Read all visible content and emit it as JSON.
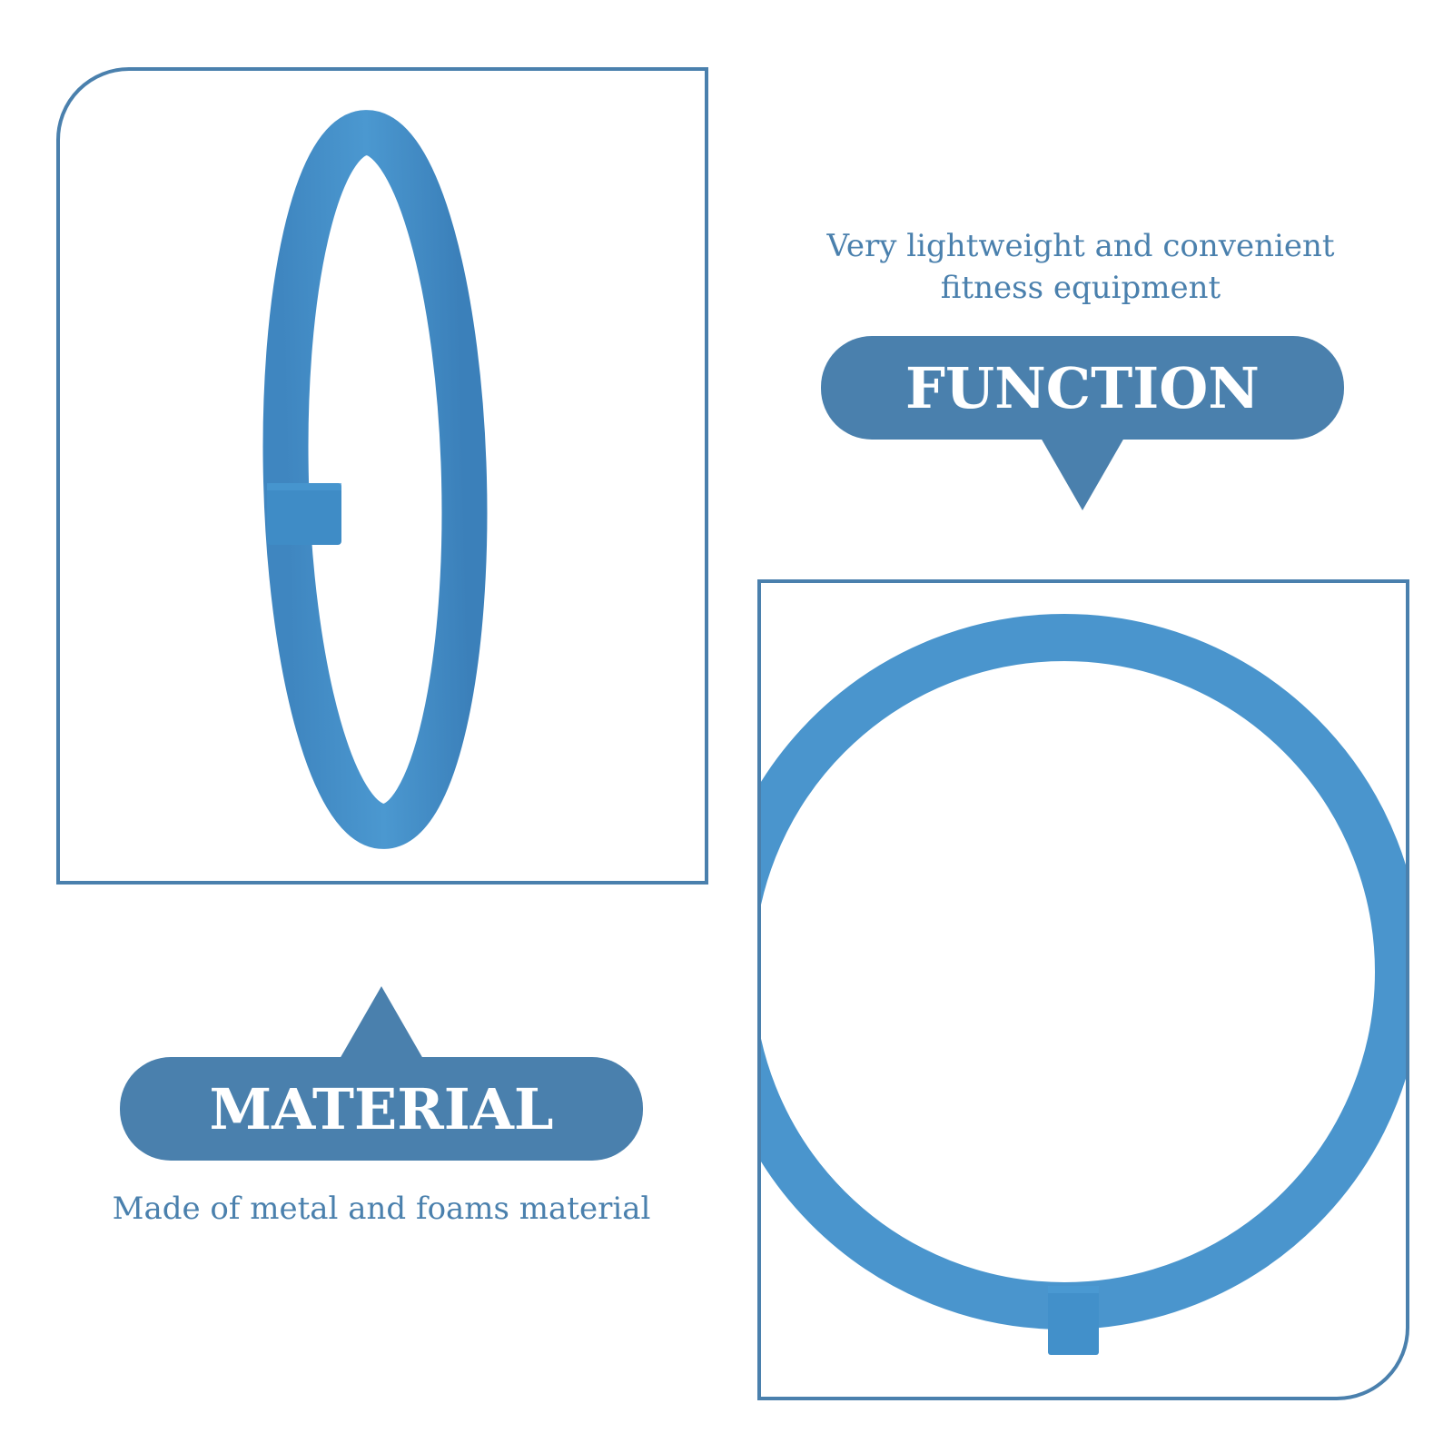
{
  "function_section": {
    "caption_line1": "Very lightweight and convenient",
    "caption_line2": "fitness equipment",
    "label": "FUNCTION"
  },
  "material_section": {
    "label": "MATERIAL",
    "caption": "Made of metal and foams material"
  },
  "colors": {
    "accent": "#4a80ad",
    "ring": "#4a95cd",
    "background": "#ffffff"
  }
}
